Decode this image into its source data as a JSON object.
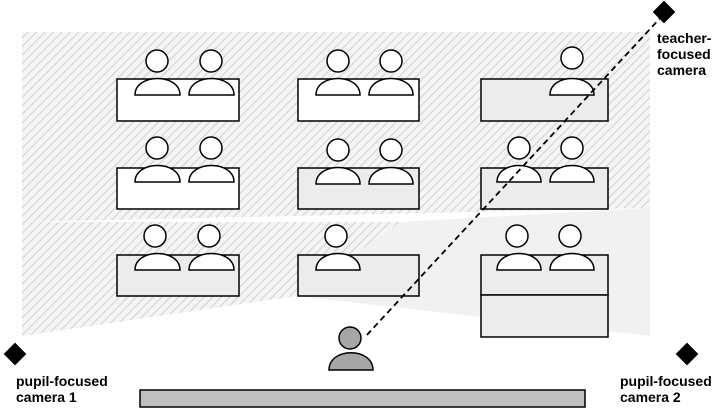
{
  "labels": {
    "teacher_camera": "teacher-\nfocused\ncamera",
    "pupil_camera_1": "pupil-focused\ncamera 1",
    "pupil_camera_2": "pupil-focused\ncamera 2"
  },
  "colors": {
    "desk_white": "#ffffff",
    "desk_gray": "#ececec",
    "pupil_fill": "#ffffff",
    "teacher_fill": "#a6a6a6",
    "board_fill": "#bfbfbf",
    "camera_fill": "#000000",
    "hatch_dark": "#d4d4d4",
    "light_region": "#f2f2f2"
  }
}
